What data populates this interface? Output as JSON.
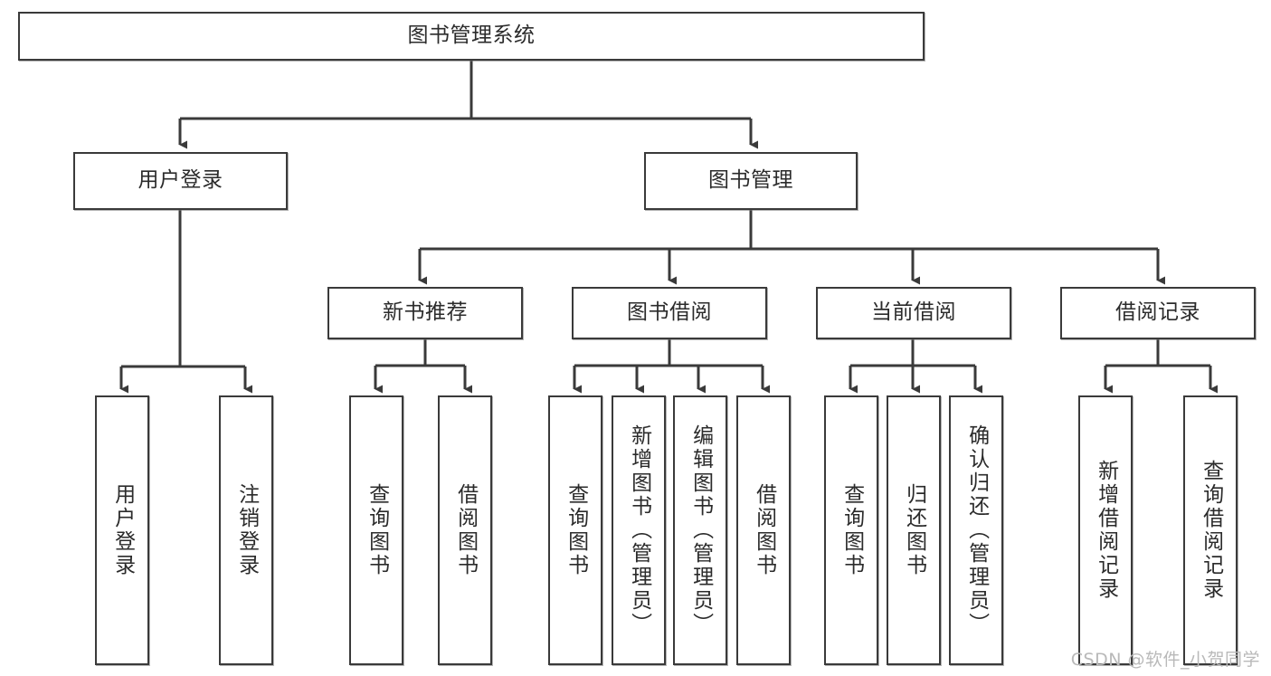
{
  "diagram": {
    "type": "hierarchy-tree",
    "title": "图书管理系统",
    "line_color": "#3a3a3a",
    "text_color": "#2b2b2b",
    "box_fill": "#ffffff",
    "levels": {
      "root": {
        "label": "图书管理系统"
      },
      "level2": [
        {
          "label": "用户登录"
        },
        {
          "label": "图书管理"
        }
      ],
      "level3": [
        {
          "label": "新书推荐"
        },
        {
          "label": "图书借阅"
        },
        {
          "label": "当前借阅"
        },
        {
          "label": "借阅记录"
        }
      ],
      "leaves": {
        "user_login": [
          {
            "label": "用户登录"
          },
          {
            "label": "注销登录"
          }
        ],
        "new_book_recommend": [
          {
            "label": "查询图书"
          },
          {
            "label": "借阅图书"
          }
        ],
        "book_borrow": [
          {
            "label": "查询图书"
          },
          {
            "label": "新增图书（管理员）"
          },
          {
            "label": "编辑图书（管理员）"
          },
          {
            "label": "借阅图书"
          }
        ],
        "current_borrow": [
          {
            "label": "查询图书"
          },
          {
            "label": "归还图书"
          },
          {
            "label": "确认归还（管理员）"
          }
        ],
        "borrow_record": [
          {
            "label": "新增借阅记录"
          },
          {
            "label": "查询借阅记录"
          }
        ]
      }
    }
  },
  "watermark": {
    "text": "CSDN @软件_小贺同学"
  }
}
